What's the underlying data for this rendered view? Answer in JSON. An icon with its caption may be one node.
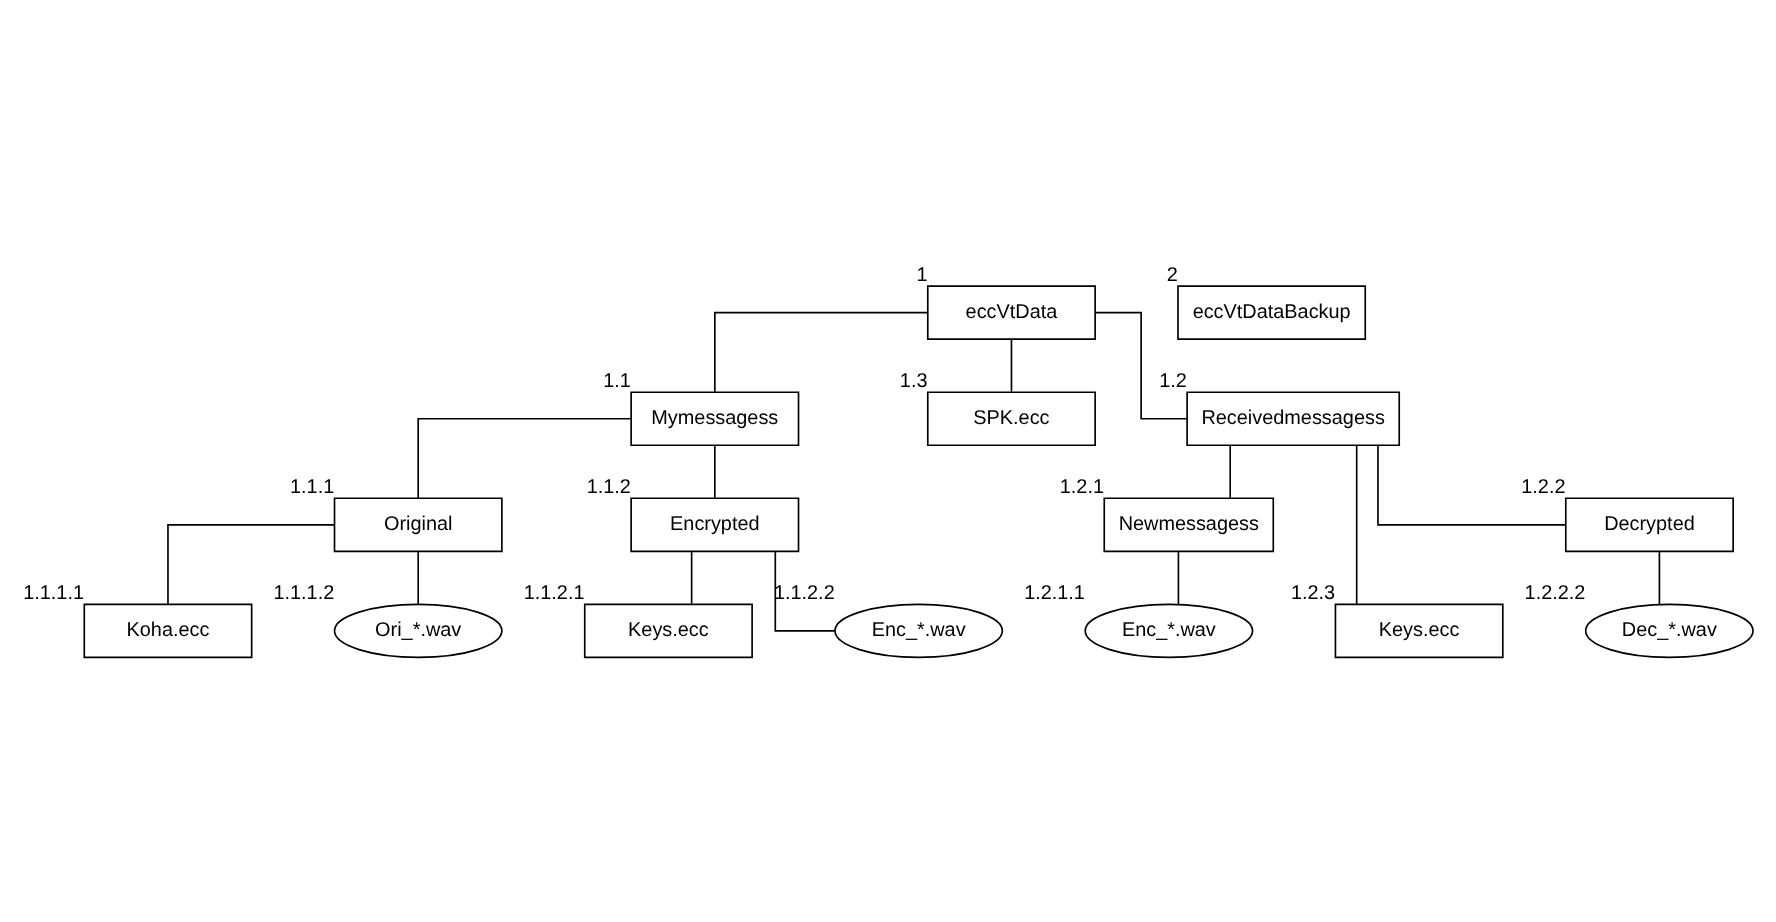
{
  "diagram": {
    "nodes": [
      {
        "text": [
          "eccVtData"
        ],
        "beside": [
          "1"
        ]
      },
      {
        "text": [
          "eccVtDataBackup"
        ],
        "beside": [
          "2"
        ]
      },
      {
        "text": [
          "Mymessagess"
        ],
        "beside": [
          "1.1"
        ]
      },
      {
        "text": [
          "SPK.ecc"
        ],
        "beside": [
          "1.3"
        ]
      },
      {
        "text": [
          "Receivedmessagess"
        ],
        "beside": [
          "1.2"
        ]
      },
      {
        "text": [
          "Original"
        ],
        "beside": [
          "1.1.1"
        ]
      },
      {
        "text": [
          "Encrypted"
        ],
        "beside": [
          "1.1.2"
        ]
      },
      {
        "text": [
          "Newmessagess"
        ],
        "beside": [
          "1.2.1"
        ]
      },
      {
        "text": [
          "Keys.ecc"
        ],
        "beside": [
          "1.2.3"
        ]
      },
      {
        "text": [
          "Decrypted"
        ],
        "beside": [
          "1.2.2"
        ]
      },
      {
        "text": [
          "Koha.ecc"
        ],
        "beside": [
          "1.1.1.1"
        ]
      },
      {
        "text": [
          "Keys.ecc"
        ],
        "beside": [
          "1.1.2.1"
        ]
      },
      {
        "text": [
          "Ori_*.wav"
        ],
        "beside": [
          "1.1.1.2"
        ]
      },
      {
        "text": [
          "Enc_*.wav"
        ],
        "beside": [
          "1.1.2.2"
        ]
      },
      {
        "text": [
          "Enc_*.wav"
        ],
        "beside": [
          "1.2.1.1"
        ]
      },
      {
        "text": [
          "Dec_*.wav"
        ],
        "beside": [
          "1.2.2.2"
        ]
      }
    ],
    "edges": [
      {
        "from": 0,
        "to": 2,
        "arrow": "none"
      },
      {
        "from": 0,
        "to": 3,
        "arrow": "none"
      },
      {
        "from": 0,
        "to": 4,
        "arrow": "none"
      },
      {
        "from": 2,
        "to": 5,
        "arrow": "none"
      },
      {
        "from": 2,
        "to": 6,
        "arrow": "none"
      },
      {
        "from": 4,
        "to": 7,
        "arrow": "none"
      },
      {
        "from": 4,
        "to": 8,
        "arrow": "none"
      },
      {
        "from": 4,
        "to": 9,
        "arrow": "none"
      },
      {
        "from": 5,
        "to": 10,
        "arrow": "none"
      },
      {
        "from": 5,
        "to": 12,
        "arrow": "none"
      },
      {
        "from": 6,
        "to": 11,
        "arrow": "none"
      },
      {
        "from": 6,
        "to": 13,
        "arrow": "none"
      },
      {
        "from": 7,
        "to": 14,
        "arrow": "none"
      },
      {
        "from": 9,
        "to": 15,
        "arrow": "none"
      }
    ]
  }
}
